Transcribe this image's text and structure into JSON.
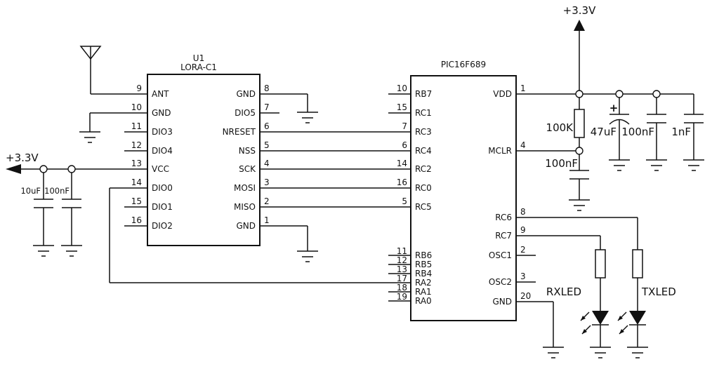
{
  "colors": {
    "line": "#111111",
    "background": "#ffffff"
  },
  "labels": {
    "vcc_left": "+3.3V",
    "vcc_right": "+3.3V",
    "rxled": "RXLED",
    "txled": "TXLED"
  },
  "values": {
    "c_in_bulk": "10uF",
    "c_in_decouple": "100nF",
    "r_pullup": "100K",
    "c_mclr": "100nF",
    "c_bulk": "47uF",
    "c_decouple": "100nF",
    "c_filter": "1nF",
    "polarity_plus": "+"
  },
  "lora": {
    "refdes": "U1",
    "part": "LORA-C1",
    "left": [
      {
        "n": "9",
        "p": "ANT"
      },
      {
        "n": "10",
        "p": "GND"
      },
      {
        "n": "11",
        "p": "DIO3"
      },
      {
        "n": "12",
        "p": "DIO4"
      },
      {
        "n": "13",
        "p": "VCC"
      },
      {
        "n": "14",
        "p": "DIO0"
      },
      {
        "n": "15",
        "p": "DIO1"
      },
      {
        "n": "16",
        "p": "DIO2"
      }
    ],
    "right": [
      {
        "n": "8",
        "p": "GND"
      },
      {
        "n": "7",
        "p": "DIO5"
      },
      {
        "n": "6",
        "p": "NRESET"
      },
      {
        "n": "5",
        "p": "NSS"
      },
      {
        "n": "4",
        "p": "SCK"
      },
      {
        "n": "3",
        "p": "MOSI"
      },
      {
        "n": "2",
        "p": "MISO"
      },
      {
        "n": "1",
        "p": "GND"
      }
    ]
  },
  "pic": {
    "part": "PIC16F689",
    "left_top": [
      {
        "n": "10",
        "p": "RB7"
      },
      {
        "n": "15",
        "p": "RC1"
      },
      {
        "n": "7",
        "p": "RC3"
      },
      {
        "n": "6",
        "p": "RC4"
      },
      {
        "n": "14",
        "p": "RC2"
      },
      {
        "n": "16",
        "p": "RC0"
      },
      {
        "n": "5",
        "p": "RC5"
      }
    ],
    "left_bottom": [
      {
        "n": "11",
        "p": "RB6"
      },
      {
        "n": "12",
        "p": "RB5"
      },
      {
        "n": "13",
        "p": "RB4"
      },
      {
        "n": "17",
        "p": "RA2"
      },
      {
        "n": "18",
        "p": "RA1"
      },
      {
        "n": "19",
        "p": "RA0"
      }
    ],
    "right": [
      {
        "n": "1",
        "p": "VDD"
      },
      {
        "n": "4",
        "p": "MCLR"
      },
      {
        "n": "8",
        "p": "RC6"
      },
      {
        "n": "9",
        "p": "RC7"
      },
      {
        "n": "2",
        "p": "OSC1"
      },
      {
        "n": "3",
        "p": "OSC2"
      },
      {
        "n": "20",
        "p": "GND"
      }
    ]
  }
}
